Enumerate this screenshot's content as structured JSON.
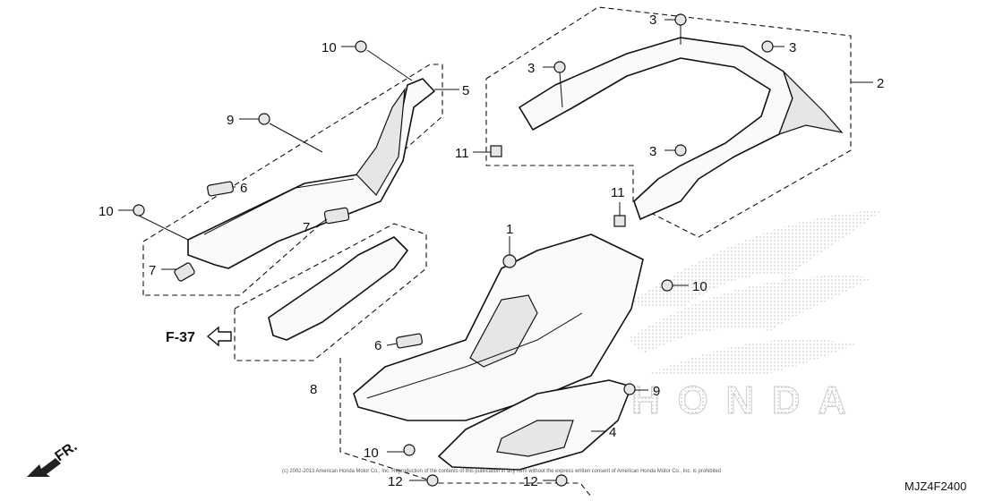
{
  "diagram": {
    "callouts": {
      "c1": "1",
      "c2": "2",
      "c3a": "3",
      "c3b": "3",
      "c3c": "3",
      "c3d": "3",
      "c4": "4",
      "c5": "5",
      "c6a": "6",
      "c6b": "6",
      "c7a": "7",
      "c7b": "7",
      "c8": "8",
      "c9a": "9",
      "c9b": "9",
      "c10a": "10",
      "c10b": "10",
      "c10c": "10",
      "c10d": "10",
      "c11a": "11",
      "c11b": "11",
      "c12a": "12",
      "c12b": "12"
    },
    "reference": "F-37",
    "direction": "FR.",
    "copyright": "(c) 2002-2013 American Honda Motor Co., Inc. Reproduction of the contents of this publication in any form without the express written consent of American Honda Motor Co., Inc. is prohibited",
    "diagram_code": "MJZ4F2400",
    "watermark": "HONDA"
  }
}
